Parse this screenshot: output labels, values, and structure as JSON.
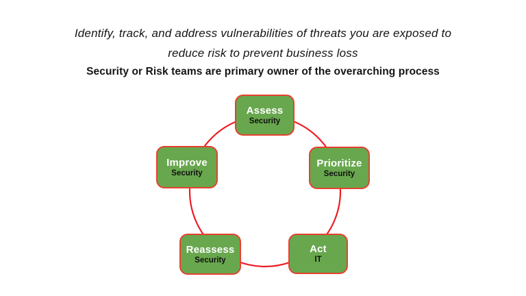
{
  "header": {
    "line1": "Identify, track, and address vulnerabilities of threats you are exposed to",
    "line2": "reduce risk to prevent business loss",
    "line3": "Security or Risk teams are primary owner of the overarching process"
  },
  "diagram": {
    "type": "cycle",
    "nodes": [
      {
        "id": "assess",
        "label": "Assess",
        "sublabel": "Security"
      },
      {
        "id": "prioritize",
        "label": "Prioritize",
        "sublabel": "Security"
      },
      {
        "id": "act",
        "label": "Act",
        "sublabel": "IT"
      },
      {
        "id": "reassess",
        "label": "Reassess",
        "sublabel": "Security"
      },
      {
        "id": "improve",
        "label": "Improve",
        "sublabel": "Security"
      }
    ],
    "colors": {
      "node_fill": "#68a74e",
      "node_border": "#e8402f",
      "cycle_line": "#ed1c24",
      "label_color": "#ffffff",
      "sublabel_color": "#101010",
      "heading_color": "#141414",
      "background": "#ffffff"
    }
  }
}
